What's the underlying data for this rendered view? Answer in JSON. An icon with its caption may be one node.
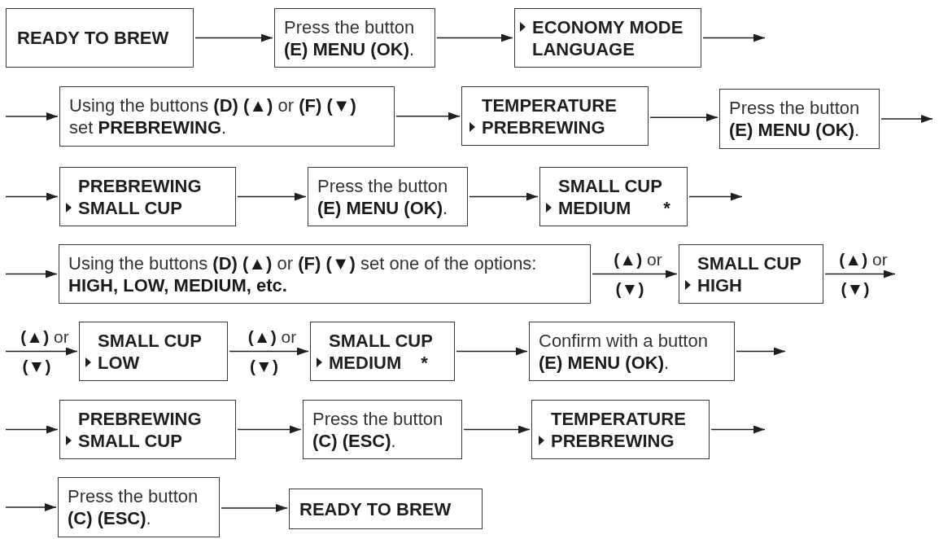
{
  "diagram": {
    "nodes": [
      {
        "text": [
          "READY TO BREW"
        ]
      },
      {
        "text": [
          "Press the button **(E) MENU (OK)**."
        ]
      },
      {
        "text": [
          "ECONOMY MODE",
          "LANGUAGE"
        ]
      },
      {
        "text": [
          "Using the buttons **(D) (▲)** or **(F) (▼)** set **PREBREWING**."
        ]
      },
      {
        "text": [
          "TEMPERATURE",
          "PREBREWING"
        ]
      },
      {
        "text": [
          "Press the button **(E) MENU (OK)**."
        ]
      },
      {
        "text": [
          "PREBREWING",
          "SMALL CUP"
        ]
      },
      {
        "text": [
          "Press the button **(E) MENU (OK)**."
        ]
      },
      {
        "text": [
          "SMALL CUP",
          "MEDIUM",
          "*"
        ]
      },
      {
        "text": [
          "Using the buttons **(D) (▲)** or **(F) (▼)** set one of the options: **HIGH, LOW, MEDIUM, etc.**"
        ]
      },
      {
        "text": [
          "SMALL CUP",
          "HIGH"
        ]
      },
      {
        "text": [
          "SMALL CUP",
          "LOW"
        ]
      },
      {
        "text": [
          "SMALL CUP",
          "MEDIUM",
          "*"
        ]
      },
      {
        "text": [
          "Confirm with a button **(E) MENU (OK)**."
        ]
      },
      {
        "text": [
          "PREBREWING",
          "SMALL CUP"
        ]
      },
      {
        "text": [
          "Press the button **(C) (ESC)**."
        ]
      },
      {
        "text": [
          "TEMPERATURE",
          "PREBREWING"
        ]
      },
      {
        "text": [
          "Press the button **(C) (ESC)**."
        ]
      },
      {
        "text": [
          "READY TO BREW"
        ]
      }
    ],
    "edges": [
      {
        "from": 0,
        "to": 1,
        "arrow": "to"
      },
      {
        "from": 1,
        "to": 2,
        "arrow": "to"
      },
      {
        "from": 2,
        "to": null,
        "arrow": "to"
      },
      {
        "from": null,
        "to": 3,
        "arrow": "to"
      },
      {
        "from": 3,
        "to": 4,
        "arrow": "to"
      },
      {
        "from": 4,
        "to": 5,
        "arrow": "to"
      },
      {
        "from": 5,
        "to": null,
        "arrow": "to"
      },
      {
        "from": null,
        "to": 6,
        "arrow": "to"
      },
      {
        "from": 6,
        "to": 7,
        "arrow": "to"
      },
      {
        "from": 7,
        "to": 8,
        "arrow": "to"
      },
      {
        "from": 8,
        "to": null,
        "arrow": "to"
      },
      {
        "from": null,
        "to": 9,
        "arrow": "to"
      },
      {
        "from": 9,
        "to": 10,
        "arrow": "to",
        "label": "**(▲)** or"
      },
      {
        "from": 10,
        "to": null,
        "arrow": "to",
        "label": "**(▲)** or"
      },
      {
        "from": null,
        "to": 11,
        "arrow": "to",
        "label": "**(▲)** or"
      },
      {
        "from": 11,
        "to": 12,
        "arrow": "to",
        "label": "**(▲)** or"
      },
      {
        "from": 12,
        "to": 13,
        "arrow": "to"
      },
      {
        "from": 13,
        "to": null,
        "arrow": "to"
      },
      {
        "from": null,
        "to": 14,
        "arrow": "to"
      },
      {
        "from": 14,
        "to": 15,
        "arrow": "to"
      },
      {
        "from": 15,
        "to": 16,
        "arrow": "to"
      },
      {
        "from": 16,
        "to": null,
        "arrow": "to"
      },
      {
        "from": null,
        "to": 17,
        "arrow": "to"
      },
      {
        "from": 17,
        "to": 18,
        "arrow": "to"
      }
    ],
    "labels": [
      "(▼)",
      "(▼)",
      "(▼)",
      "(▼)"
    ]
  }
}
